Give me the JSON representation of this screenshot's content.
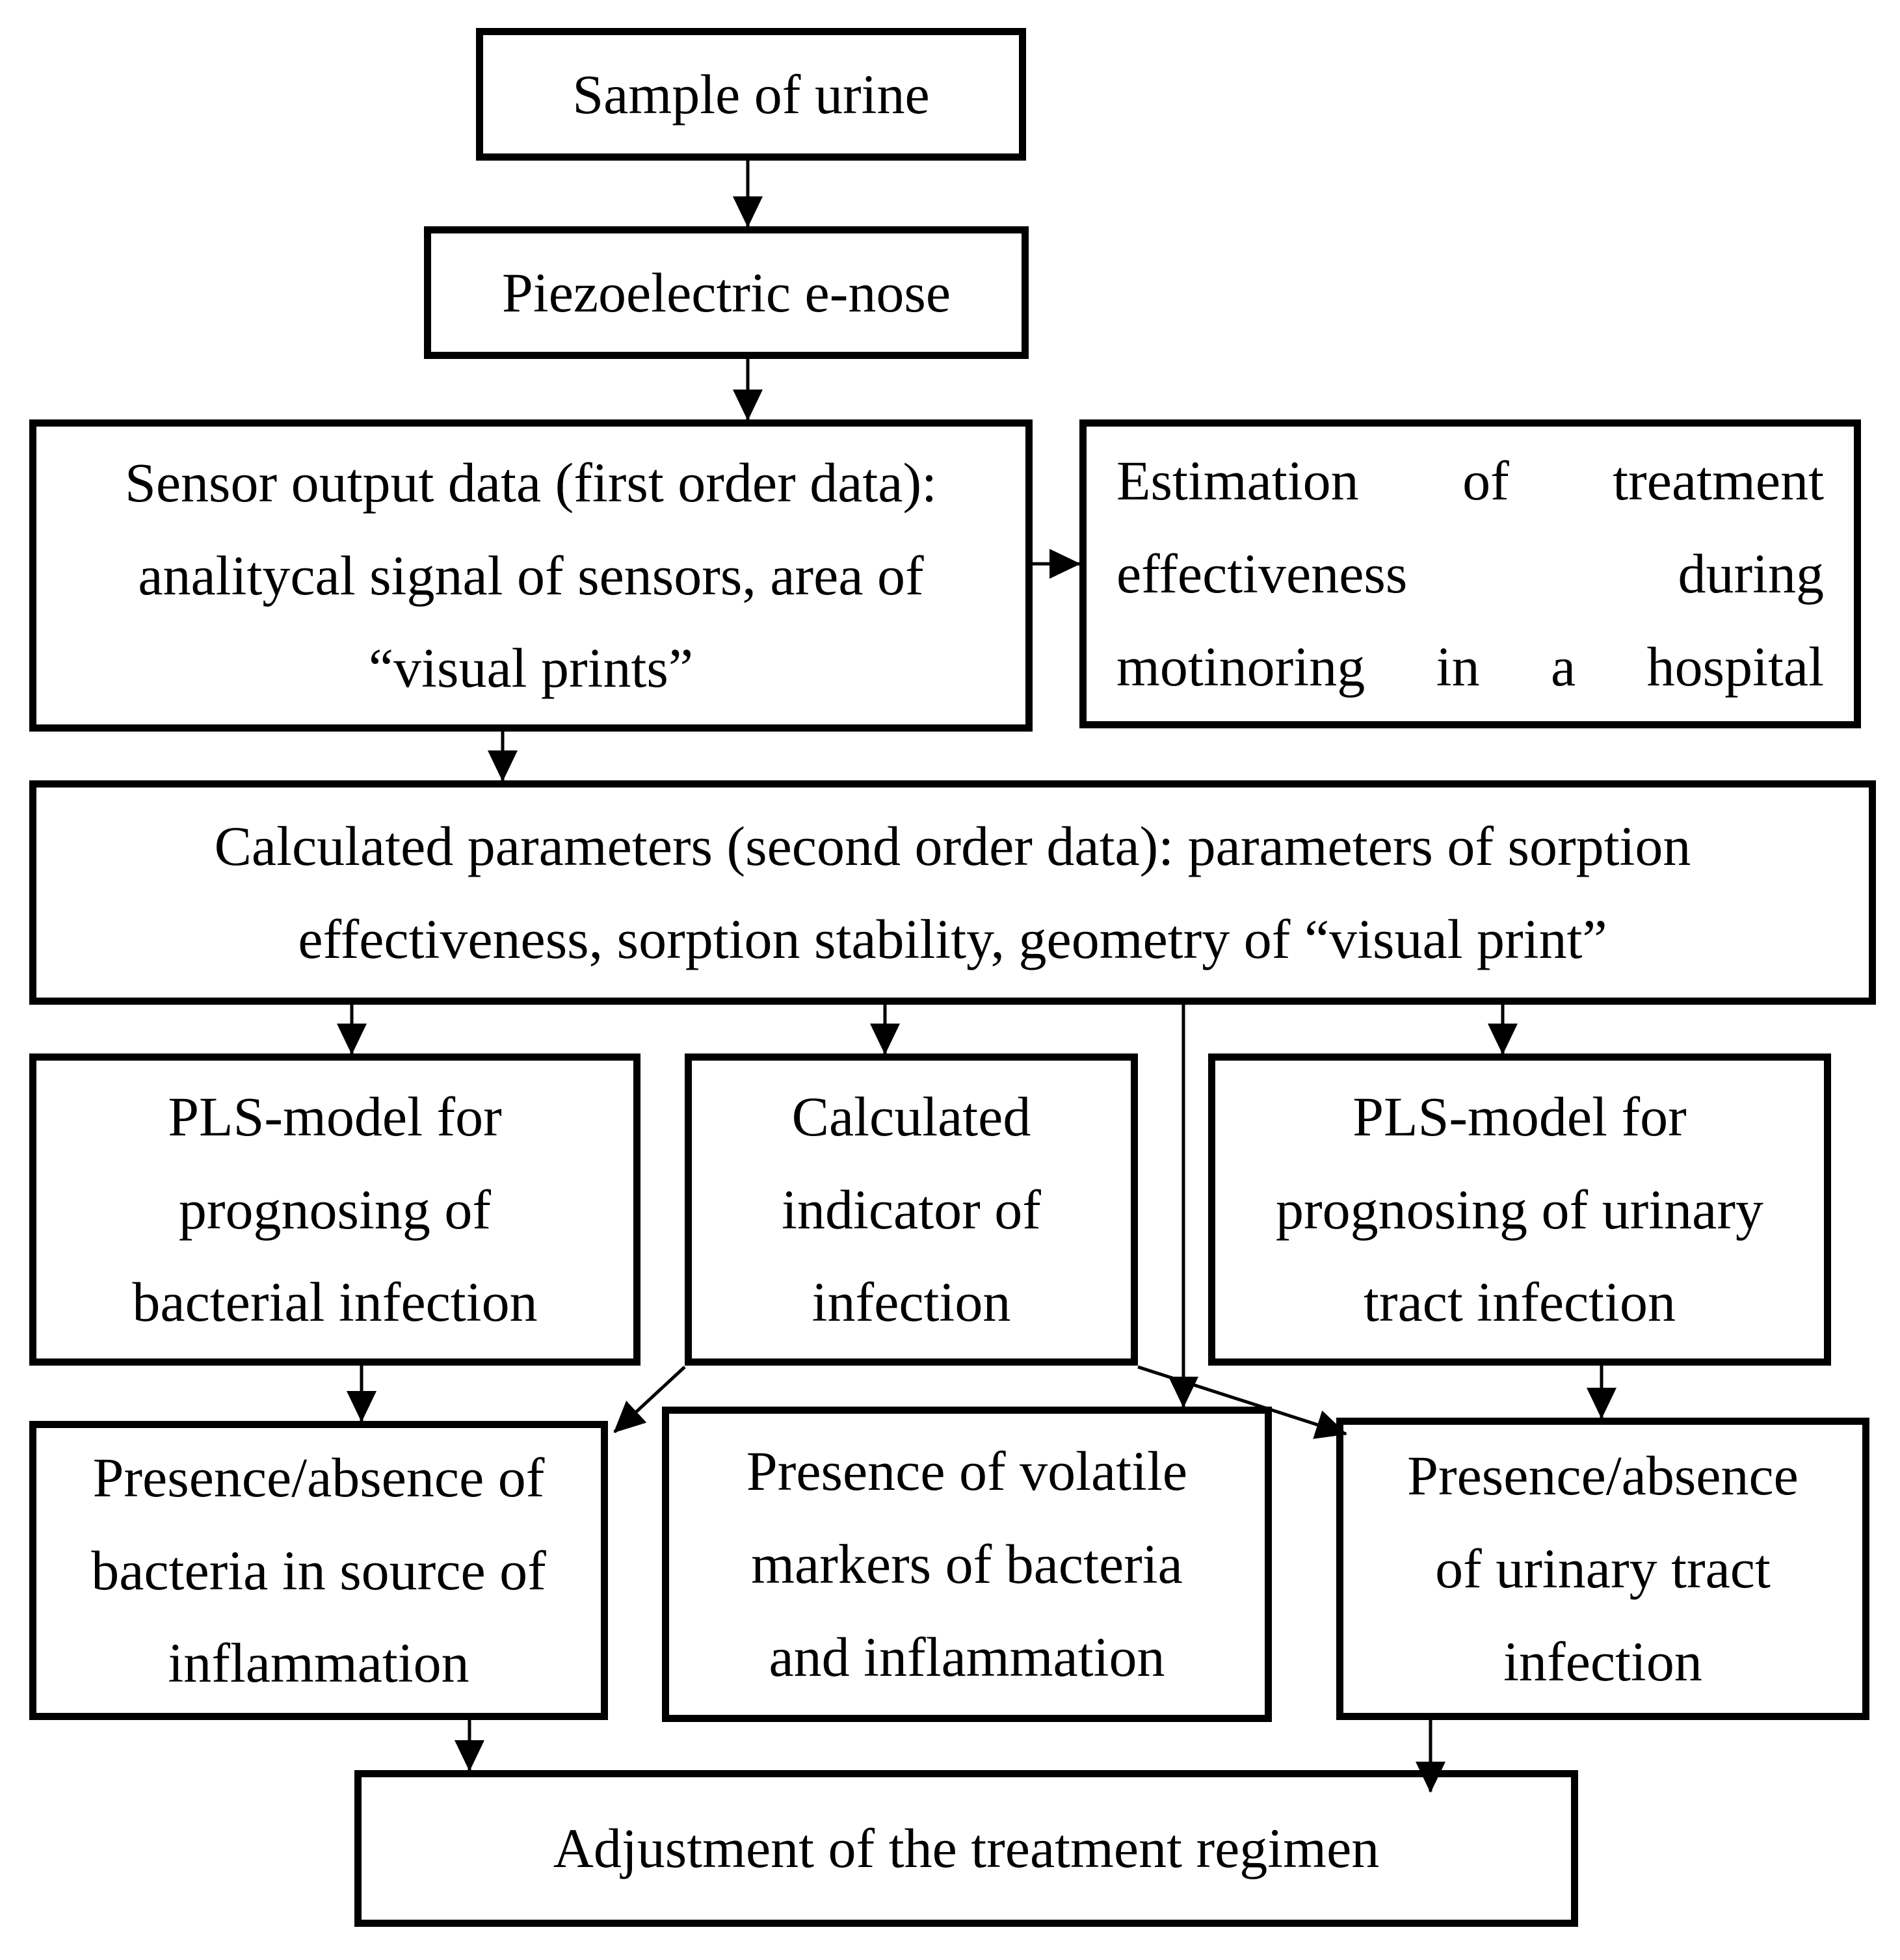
{
  "figure": {
    "background": "#ffffff",
    "line_color": "#000000",
    "nodes": {
      "sample": {
        "text": "Sample of urine"
      },
      "enose": {
        "text": "Piezoelectric e-nose"
      },
      "sensor_output": {
        "text": "Sensor output data (first order data):\nanalitycal signal of sensors, area of\n“visual prints”"
      },
      "estimation": {
        "line1": "Estimation of treatment",
        "line2": "effectiveness during",
        "line3": "motinoring in a hospital"
      },
      "calculated_parameters": {
        "text": "Calculated parameters (second order data): parameters of sorption\neffectiveness, sorption stability, geometry of “visual print”"
      },
      "pls_bacterial": {
        "text": "PLS-model for\nprognosing of\nbacterial infection"
      },
      "calculated_indicator": {
        "text": "Calculated\nindicator of\ninfection"
      },
      "pls_urinary": {
        "text": "PLS-model for\nprognosing of urinary\ntract infection"
      },
      "presence_bacteria": {
        "text": "Presence/absence of\nbacteria in source of\ninflammation"
      },
      "presence_markers": {
        "text": "Presence of volatile\nmarkers of bacteria\nand inflammation"
      },
      "presence_uti": {
        "text": "Presence/absence\nof urinary tract\ninfection"
      },
      "adjustment": {
        "text": "Adjustment of the treatment regimen"
      }
    },
    "edges": [
      {
        "from": "sample",
        "to": "enose"
      },
      {
        "from": "enose",
        "to": "sensor_output"
      },
      {
        "from": "sensor_output",
        "to": "estimation"
      },
      {
        "from": "sensor_output",
        "to": "calculated_parameters"
      },
      {
        "from": "calculated_parameters",
        "to": "pls_bacterial"
      },
      {
        "from": "calculated_parameters",
        "to": "calculated_indicator"
      },
      {
        "from": "calculated_parameters",
        "to": "pls_urinary"
      },
      {
        "from": "calculated_parameters",
        "to": "presence_markers"
      },
      {
        "from": "pls_bacterial",
        "to": "presence_bacteria"
      },
      {
        "from": "calculated_indicator",
        "to": "presence_bacteria"
      },
      {
        "from": "calculated_indicator",
        "to": "presence_uti"
      },
      {
        "from": "pls_urinary",
        "to": "presence_uti"
      },
      {
        "from": "presence_bacteria",
        "to": "adjustment"
      },
      {
        "from": "presence_uti",
        "to": "adjustment"
      }
    ]
  }
}
